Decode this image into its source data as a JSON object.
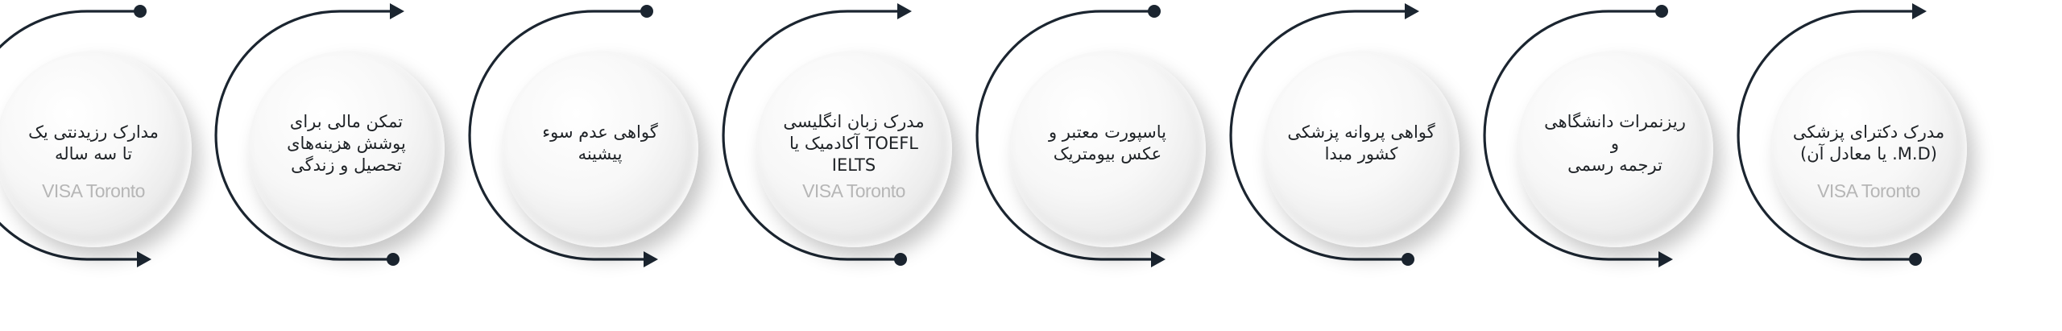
{
  "steps": [
    {
      "label": "مدرک دکترای پزشکی\n(M.D. یا معادل آن)",
      "watermark": "VISA Toronto"
    },
    {
      "label": "ریزنمرات دانشگاهی و\nترجمه رسمی",
      "watermark": ""
    },
    {
      "label": "گواهی پروانه پزشکی\nکشور مبدا",
      "watermark": ""
    },
    {
      "label": "پاسپورت معتبر و\nعکس بیومتریک",
      "watermark": ""
    },
    {
      "label": "مدرک زبان انگلیسی\nTOEFL آکادمیک یا\nIELTS",
      "watermark": "VISA Toronto"
    },
    {
      "label": "گواهی عدم سوء\nپیشینه",
      "watermark": ""
    },
    {
      "label": "تمکن مالی برای\nپوشش هزینه‌های\nتحصیل و زندگی",
      "watermark": ""
    },
    {
      "label": "مدارک رزیدنتی یک\nتا سه ساله",
      "watermark": "VISA Toronto"
    }
  ],
  "colors": {
    "line": "#1b2530",
    "text": "#1e2226",
    "watermark": "#b6b6b6"
  }
}
